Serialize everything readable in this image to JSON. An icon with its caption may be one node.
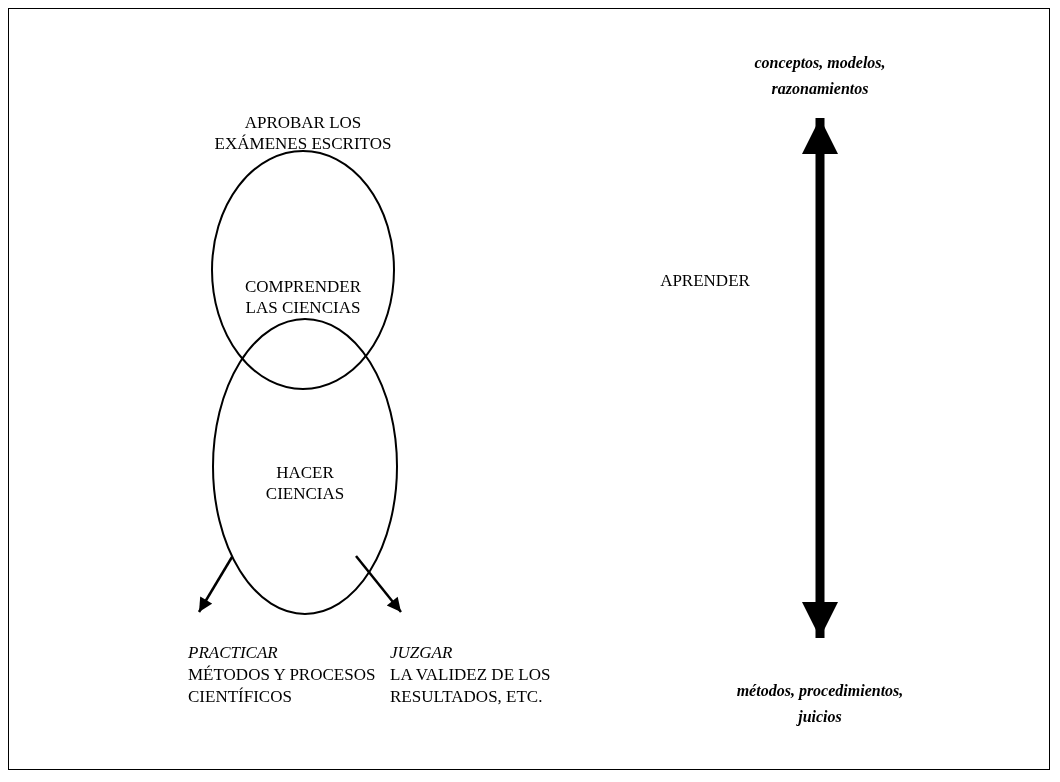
{
  "diagram": {
    "nodes": [
      {
        "text": [
          "COMPRENDER LAS CIENCIAS"
        ]
      },
      {
        "text": [
          "HACER CIENCIAS"
        ]
      },
      {
        "text": [
          "PRACTICAR",
          "MÉTODOS Y PROCESOS CIENTÍFICOS"
        ]
      },
      {
        "text": [
          "JUZGAR",
          "LA VALIDEZ DE LOS RESULTADOS, ETC."
        ]
      },
      {
        "text": [
          "conceptos, modelos, razonamientos"
        ]
      },
      {
        "text": [
          "métodos,  procedimientos, juicios"
        ]
      }
    ],
    "edges": [
      {
        "from": 1,
        "to": 2,
        "arrow": "to"
      },
      {
        "from": 1,
        "to": 3,
        "arrow": "to"
      },
      {
        "from": 4,
        "to": 5,
        "arrow": "both",
        "style": "thick"
      }
    ],
    "labels": [
      "APROBAR LOS EXÁMENES ESCRITOS",
      "APRENDER"
    ]
  }
}
